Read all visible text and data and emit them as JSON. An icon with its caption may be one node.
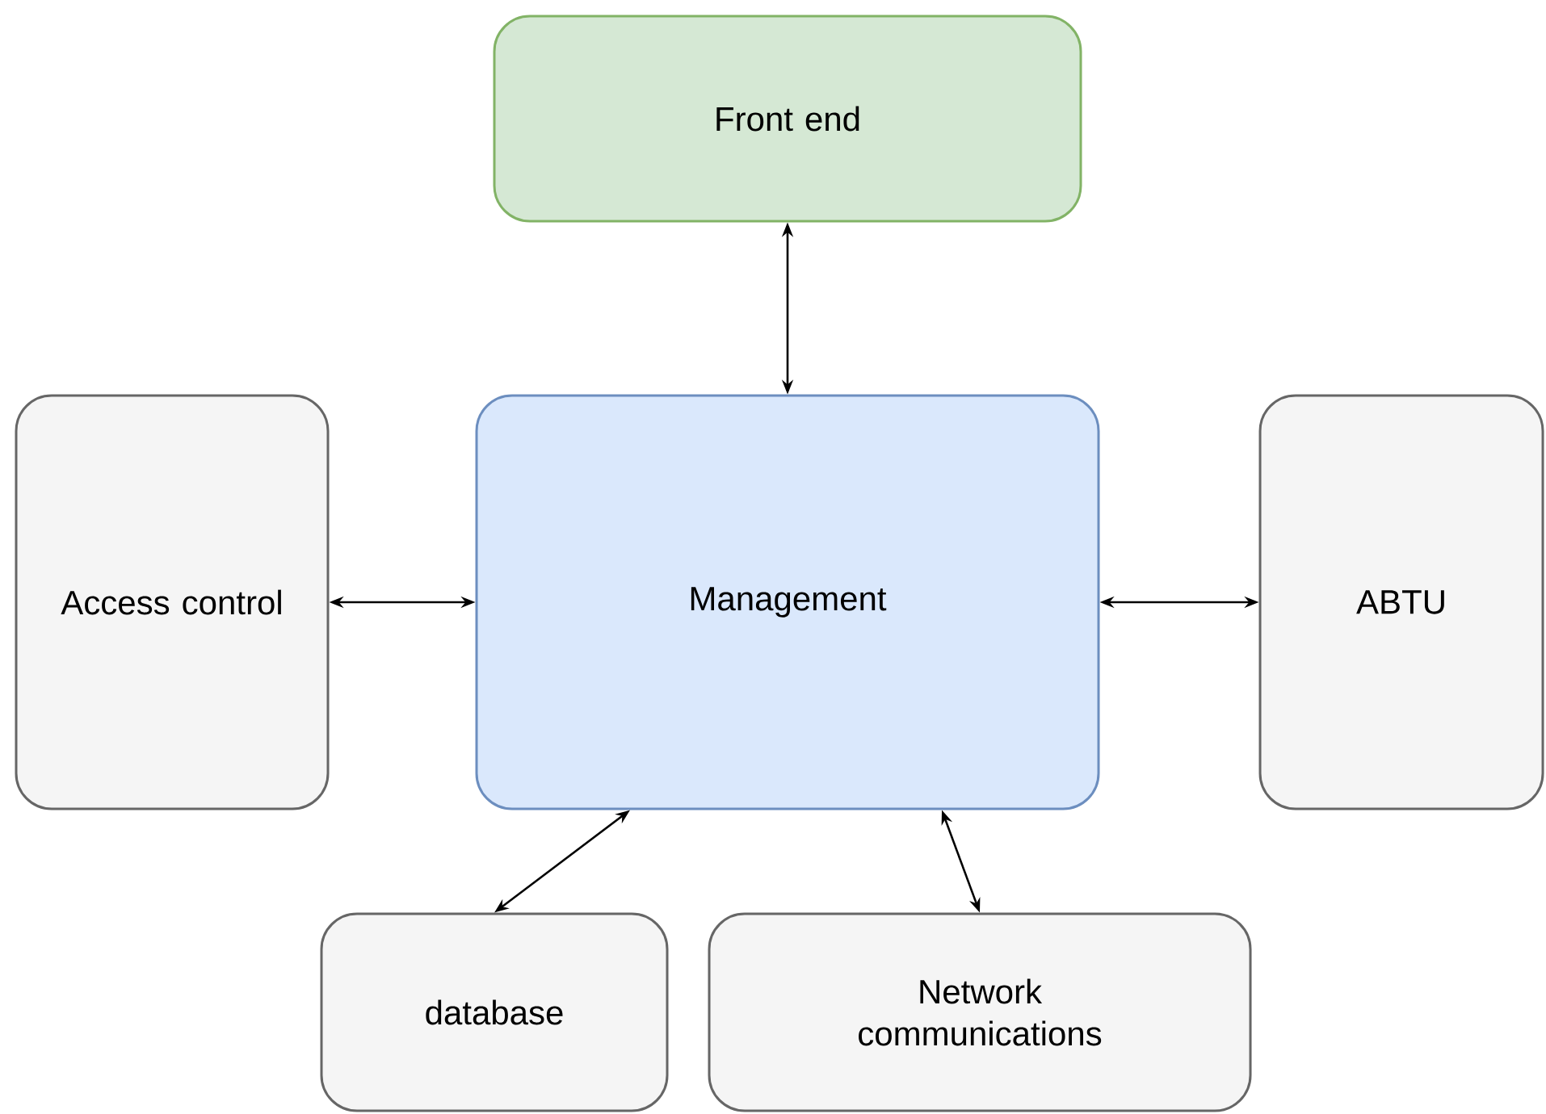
{
  "diagram": {
    "nodes": [
      {
        "text": [
          "Front end"
        ]
      },
      {
        "text": [
          "Access control"
        ]
      },
      {
        "text": [
          "Management"
        ]
      },
      {
        "text": [
          "ABTU"
        ]
      },
      {
        "text": [
          "database"
        ]
      },
      {
        "text": [
          "Network communications"
        ]
      }
    ],
    "edges": [
      {
        "from": 0,
        "to": 2,
        "arrow": "both"
      },
      {
        "from": 1,
        "to": 2,
        "arrow": "both"
      },
      {
        "from": 2,
        "to": 3,
        "arrow": "both"
      },
      {
        "from": 2,
        "to": 4,
        "arrow": "both"
      },
      {
        "from": 2,
        "to": 5,
        "arrow": "both"
      }
    ]
  }
}
